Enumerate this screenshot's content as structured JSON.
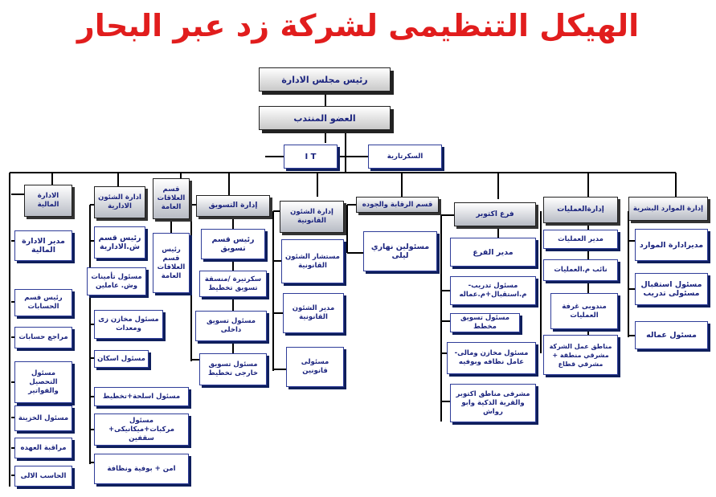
{
  "title": "الهيكل التنظيمى لشركة زد عبر البحار",
  "top": {
    "chairman": "رئيس مجلس الادارة",
    "managing_member": "العضو المنتدب",
    "it": "I T",
    "secretariat": "السكرتارية"
  },
  "departments": {
    "hr": {
      "header": "إدارة الموارد البشرية",
      "items": [
        "مديرادارة الموارد",
        "مسئول استقبال مسئولى تدريب",
        "مسئول عماله"
      ]
    },
    "operations": {
      "header": "إدارةالعمليات",
      "items": [
        "مدير العمليات",
        "نائب م.العمليات",
        "مندوبى غرفة العمليات",
        "مناطق عمل الشركة مشرقي منطقة + مشرقي قطاع"
      ]
    },
    "october": {
      "header": "فرع اكتوبر",
      "items": [
        "مدير الفرع",
        "مسئول تدريب- م.استقبال+م.عماله",
        "مسئول تسويق مخطط",
        "مسئول مخازن ومالى- عامل نظافه وبوفيه",
        "مشرفى مناطق اكتوبر والقرية الذكية وابو رواش"
      ]
    },
    "quality": {
      "header": "قسم الرقابة والجوده",
      "items": [
        "مسئولين نهاري ليلى"
      ]
    },
    "legal": {
      "header": "إدارة الشئون القانونية",
      "items": [
        "مستشار الشئون القانونية",
        "مدير الشئون القانونية",
        "مسئولى قانونين"
      ]
    },
    "marketing": {
      "header": "إدارة التسويق",
      "items": [
        "رئيس قسم تسويق",
        "سكرتيرة /منسقة تسويق تخطيط",
        "مسئول تسويق داخلى",
        "مسئول تسويق خارجى تخطيط"
      ]
    },
    "pr": {
      "header": "قسم العلاقات العامة",
      "items": [
        "رئيس قسم العلاقات العامة"
      ]
    },
    "admin": {
      "header": "ادارة الشئون الادارية",
      "items": [
        "رئيس قسم ش.الادارية",
        "مسئول تأمينات وش. عاملين",
        "مسئول مخازن زى ومعدات",
        "مسئول اسكان",
        "مسئول اسلحة+تخطيط",
        "مسئول مركبات+ميكانيكى+ سقفين",
        "امن + بوفية ونظافة"
      ]
    },
    "finance": {
      "header": "الادارة المالية",
      "items": [
        "مدير الادارة المالية",
        "رئيس قسم الحسابات",
        "مراجع حسابات",
        "مسئول التحصيل والفواتير",
        "مسئول الخزينة",
        "مراقبة العهده",
        "الحاسب الالى"
      ]
    }
  },
  "colors": {
    "title": "#e11d1d",
    "box_border": "#2f3d99",
    "box_text": "#1a237e",
    "lines": "#000000"
  }
}
